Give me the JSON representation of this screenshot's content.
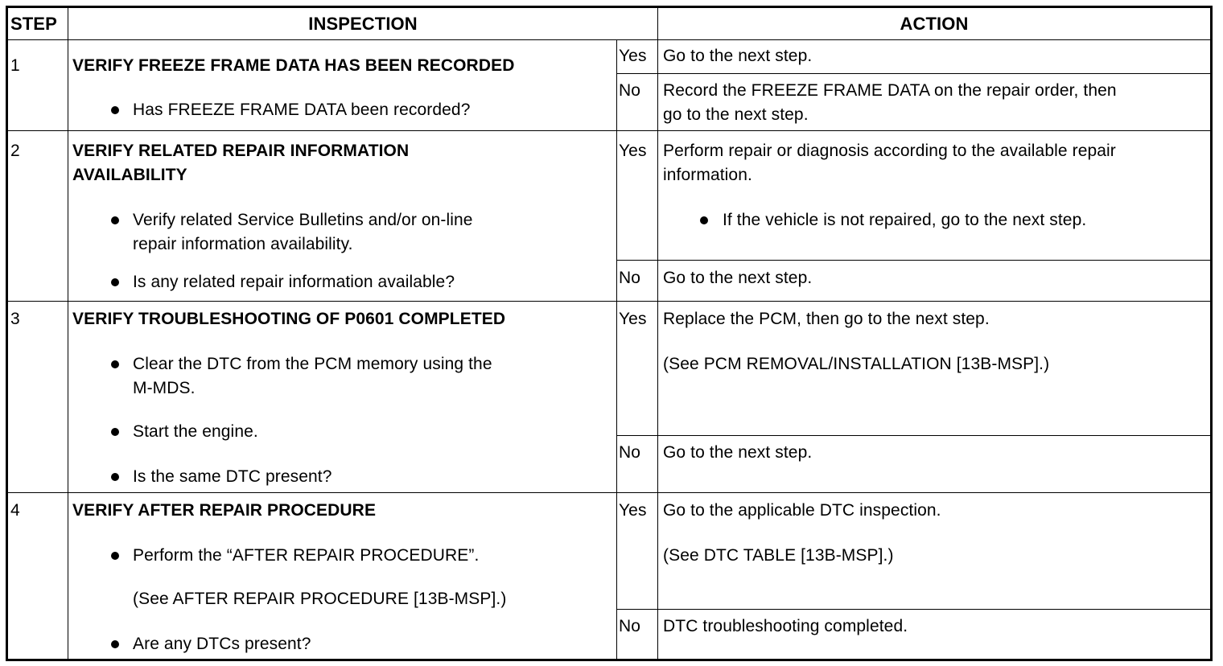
{
  "headers": {
    "step": "STEP",
    "inspection": "INSPECTION",
    "action": "ACTION"
  },
  "steps": [
    {
      "no": "1",
      "title_lines": [
        "VERIFY FREEZE FRAME DATA HAS BEEN RECORDED"
      ],
      "bullets": [
        {
          "lines": [
            "Has FREEZE FRAME DATA been recorded?"
          ]
        }
      ],
      "yes_label": "Yes",
      "yes_lines": [
        "Go to the next step."
      ],
      "no_label": "No",
      "no_lines": [
        "Record the FREEZE FRAME DATA on the repair order, then",
        "go to the next step."
      ]
    },
    {
      "no": "2",
      "title_lines": [
        "VERIFY RELATED REPAIR INFORMATION",
        "AVAILABILITY"
      ],
      "bullets": [
        {
          "lines": [
            "Verify related Service Bulletins and/or on-line",
            "repair information availability."
          ]
        },
        {
          "lines": [
            "Is any related repair information available?"
          ]
        }
      ],
      "yes_label": "Yes",
      "yes_lines": [
        "Perform repair or diagnosis according to the available repair",
        "information."
      ],
      "yes_bullet": "If the vehicle is not repaired, go to the next step.",
      "no_label": "No",
      "no_lines": [
        "Go to the next step."
      ]
    },
    {
      "no": "3",
      "title_lines": [
        "VERIFY TROUBLESHOOTING OF P0601 COMPLETED"
      ],
      "bullets": [
        {
          "lines": [
            "Clear the DTC from the PCM memory using the",
            "M-MDS."
          ]
        },
        {
          "lines": [
            "Start the engine."
          ]
        },
        {
          "lines": [
            "Is the same DTC present?"
          ]
        }
      ],
      "yes_label": "Yes",
      "yes_lines": [
        "Replace the PCM, then go to the next step."
      ],
      "yes_ref": "(See PCM REMOVAL/INSTALLATION [13B-MSP].)",
      "no_label": "No",
      "no_lines": [
        "Go to the next step."
      ]
    },
    {
      "no": "4",
      "title_lines": [
        "VERIFY AFTER REPAIR PROCEDURE"
      ],
      "bullets": [
        {
          "lines": [
            "Perform the “AFTER REPAIR PROCEDURE”."
          ]
        },
        {
          "lines": [
            "Are any DTCs present?"
          ]
        }
      ],
      "bullet_ref": "(See AFTER REPAIR PROCEDURE [13B-MSP].)",
      "yes_label": "Yes",
      "yes_lines": [
        "Go to the applicable DTC inspection."
      ],
      "yes_ref": "(See DTC TABLE [13B-MSP].)",
      "no_label": "No",
      "no_lines": [
        "DTC troubleshooting completed."
      ]
    }
  ]
}
